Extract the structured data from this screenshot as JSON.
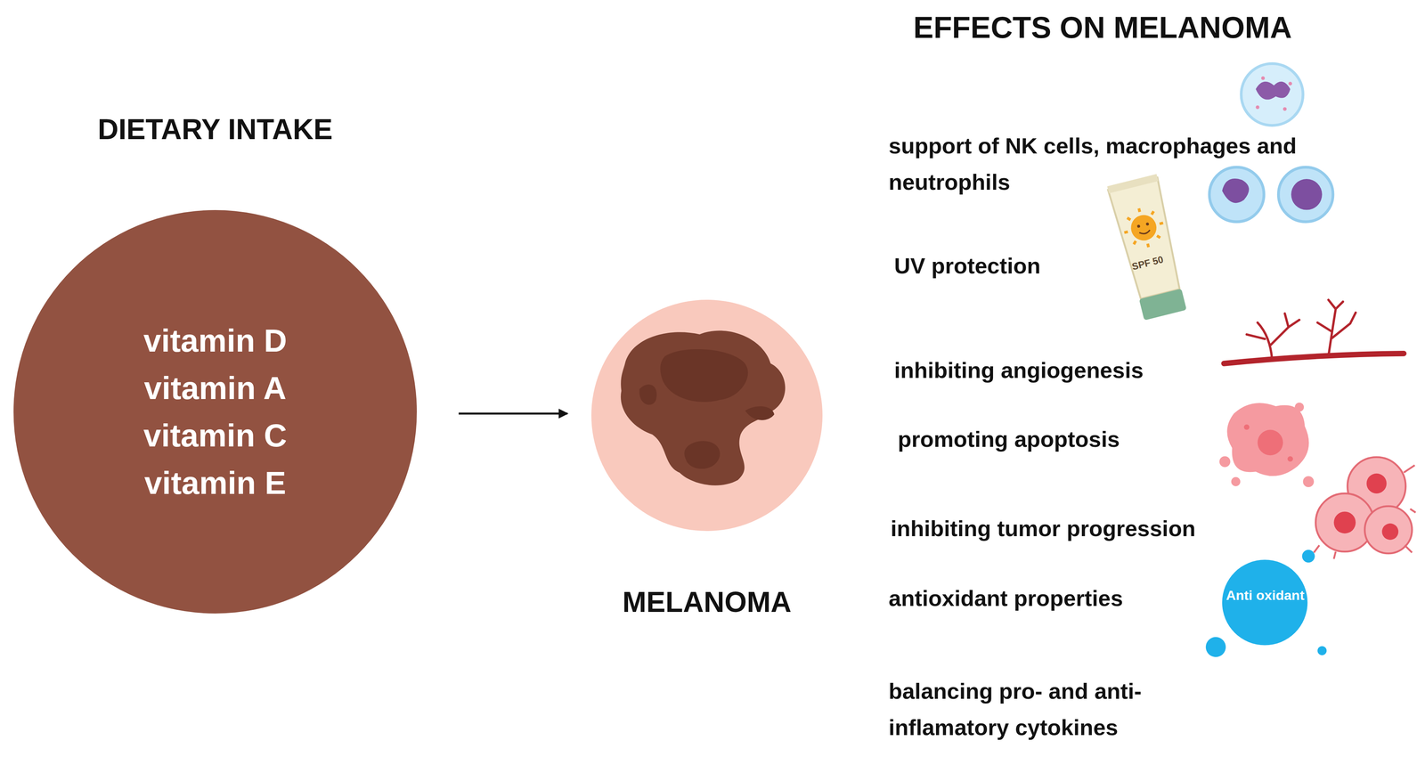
{
  "diagram": {
    "nodes": [
      {
        "text": [
          "DIETARY INTAKE",
          "vitamin D",
          "vitamin A",
          "vitamin C",
          "vitamin E"
        ]
      },
      {
        "text": [
          "MELANOMA"
        ]
      }
    ],
    "edges": [
      {
        "from": 0,
        "to": 1,
        "arrow": "to"
      }
    ],
    "labels": [
      "EFFECTS ON MELANOMA",
      "support of NK cells, macrophages and neutrophils",
      "UV protection",
      "SPF 50",
      "inhibiting angiogenesis",
      "promoting apoptosis",
      "inhibiting tumor progression",
      "antioxidant properties",
      "Anti oxidant",
      "balancing pro- and anti- inflamatory cytokines"
    ]
  }
}
